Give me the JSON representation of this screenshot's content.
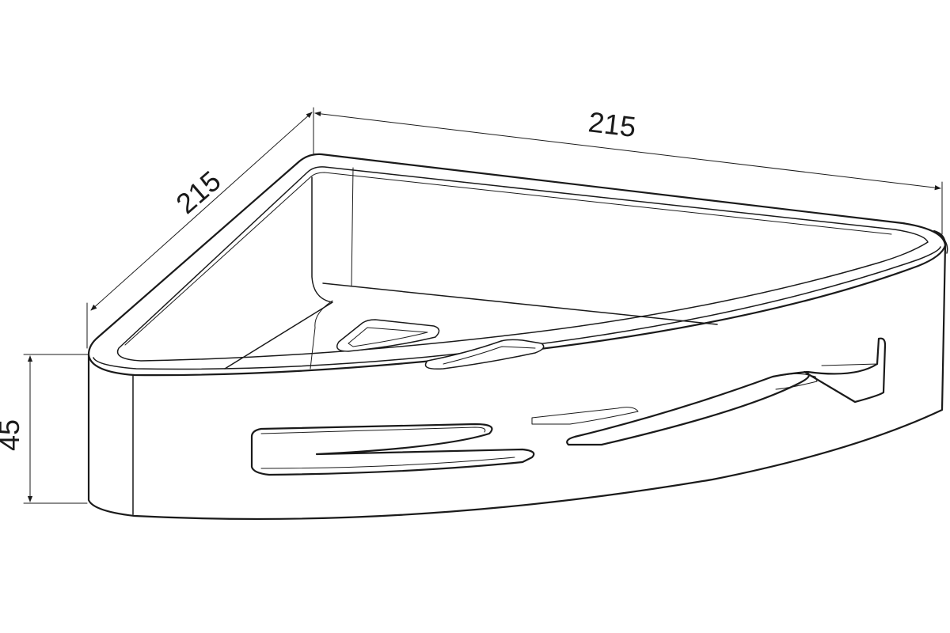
{
  "dimensions": {
    "depth_label": "215",
    "width_label": "215",
    "height_label": "45"
  },
  "colors": {
    "stroke": "#1a1a1a",
    "background": "#ffffff"
  }
}
